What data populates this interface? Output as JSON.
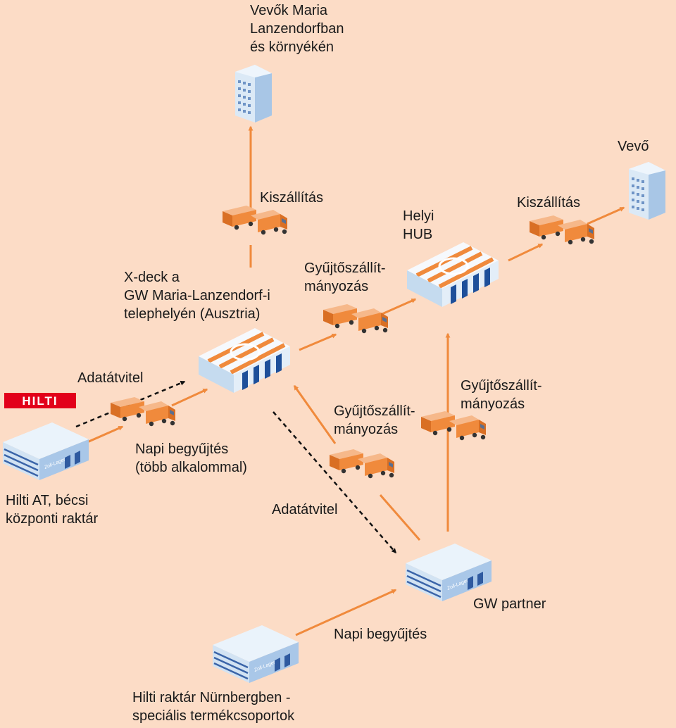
{
  "labels": {
    "customers_top": [
      "Vevők Maria",
      "Lanzendorfban",
      "és környékén"
    ],
    "kiszallitas_1": "Kiszállítás",
    "vevo": "Vevő",
    "kiszallitas_2": "Kiszállítás",
    "helyi_hub": [
      "Helyi",
      "HUB"
    ],
    "xdeck": [
      "X-deck a",
      "GW Maria-Lanzendorf-i",
      "telephelyén (Ausztria)"
    ],
    "gyujto_1": [
      "Gyűjtőszállít-",
      "mányozás"
    ],
    "adatatvitel_1": "Adatátvitel",
    "gyujto_2": [
      "Gyűjtőszállít-",
      "mányozás"
    ],
    "gyujto_3": [
      "Gyűjtőszállít-",
      "mányozás"
    ],
    "napi_begyujtes": [
      "Napi begyűjtés",
      "(több alkalommal)"
    ],
    "hilti_at": [
      "Hilti AT, bécsi",
      "központi raktár"
    ],
    "adatatvitel_2": "Adatátvitel",
    "gw_partner": "GW partner",
    "napi_begyujtes_2": "Napi begyűjtés",
    "nurnberg": [
      "Hilti raktár Nürnbergben -",
      "speciális termékcsoportok"
    ]
  },
  "logo_text": "HILTI",
  "zoll_text": "Zoll-Lager",
  "colors": {
    "background": "#fcdcc6",
    "arrow": "#f08a3c",
    "truck": "#f08a3c",
    "building": "#c9ddf0",
    "building_dark": "#3a64a8",
    "logo_red": "#e2001a"
  }
}
